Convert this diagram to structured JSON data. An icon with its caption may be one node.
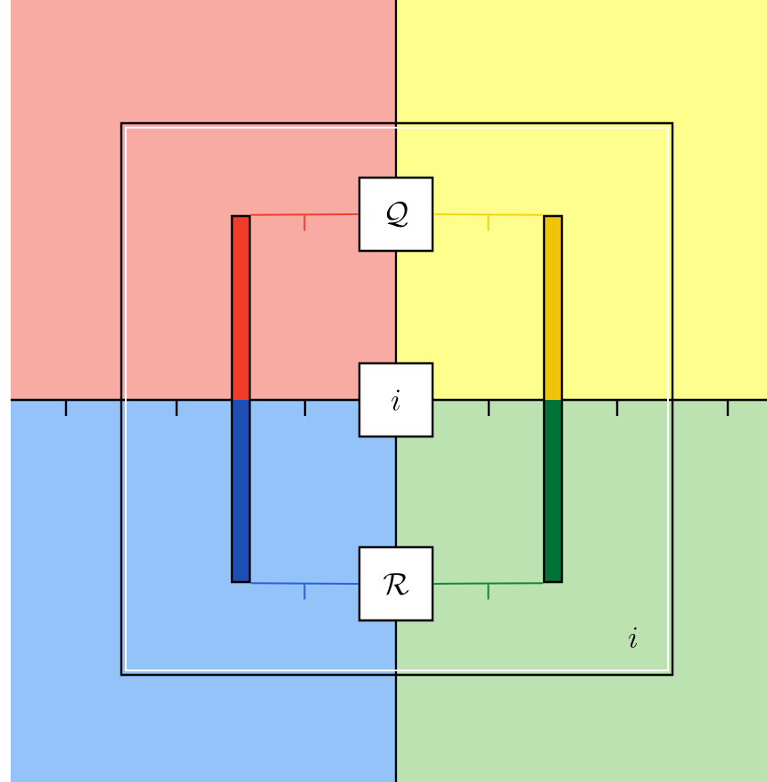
{
  "diagram": {
    "nodes": [
      {
        "text": [
          "\\mathcal{Q}"
        ]
      },
      {
        "text": [
          "i"
        ]
      },
      {
        "text": [
          "\\mathcal{R}"
        ]
      },
      {
        "text": [],
        "shape": "bar"
      },
      {
        "text": [],
        "shape": "bar"
      }
    ],
    "edges": [
      {
        "from": 3,
        "to": 0,
        "arrow": "none",
        "color": "#f0402e"
      },
      {
        "from": 0,
        "to": 4,
        "arrow": "none",
        "color": "#f6d21a"
      },
      {
        "from": 4,
        "to": 2,
        "arrow": "none",
        "color": "#13873c"
      },
      {
        "from": 2,
        "to": 3,
        "arrow": "none",
        "color": "#2a62d6"
      }
    ],
    "labels": [
      "i"
    ]
  }
}
